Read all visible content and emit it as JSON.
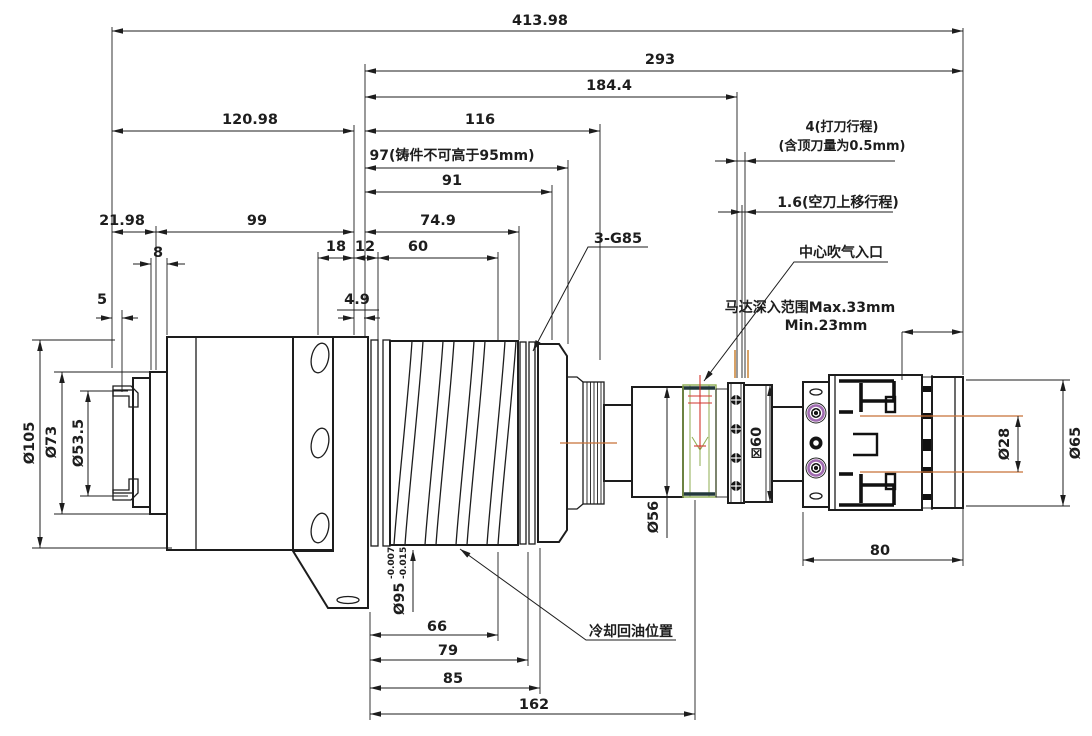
{
  "colors": {
    "line": "#1d1d1d",
    "centerline_orange": "#c87137",
    "highlight_orange": "#cf8a3f",
    "highlight_red": "#d0342c",
    "highlight_green": "#8fae52",
    "screw_purple": "#a06ab0",
    "background": "#ffffff"
  },
  "dims_top": {
    "overall": "413.98",
    "len293": "293",
    "len184_4": "184.4",
    "len120_98": "120.98",
    "len116": "116",
    "len97": "97(铸件不可高于95mm)",
    "len91": "91",
    "len21_98": "21.98",
    "len99": "99",
    "len74_9": "74.9",
    "len8": "8",
    "len18": "18",
    "len12": "12",
    "len60": "60",
    "len5": "5",
    "len4_9": "4.9"
  },
  "dims_bottom": {
    "len66": "66",
    "len79": "79",
    "len85": "85",
    "len162": "162",
    "len80": "80"
  },
  "dims_diameter": {
    "dia105": "Ø105",
    "dia73": "Ø73",
    "dia53_5": "Ø53.5",
    "dia95": "Ø95",
    "dia95_tol_upper": "-0.007",
    "dia95_tol_lower": "-0.015",
    "dia56": "Ø56",
    "square60": "⊠60",
    "dia28": "Ø28",
    "dia65": "Ø65"
  },
  "annotations": {
    "thread_spec": "3-G85",
    "knock_stroke_line1": "4(打刀行程)",
    "knock_stroke_line2": "(含顶刀量为0.5mm)",
    "idle_stroke": "1.6(空刀上移行程)",
    "air_inlet": "中心吹气入口",
    "motor_range_line1": "马达深入范围Max.33mm",
    "motor_range_line2": "Min.23mm",
    "coolant_return": "冷却回油位置"
  }
}
